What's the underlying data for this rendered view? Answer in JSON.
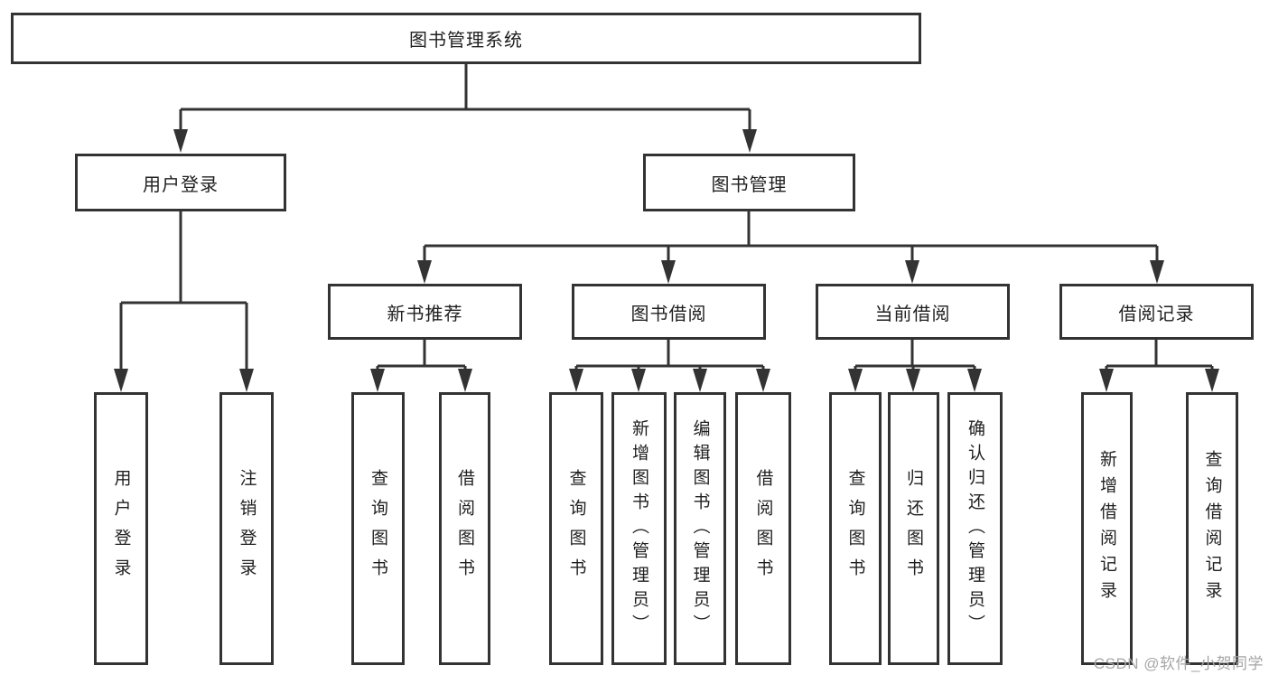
{
  "colors": {
    "background": "#ffffff",
    "line-color": "#333333",
    "text-color": "#1f1f1f",
    "watermark-color": "#a6a6a6"
  },
  "watermark": {
    "text": "CSDN @软件_小贺同学"
  },
  "tree": {
    "label": "图书管理系统",
    "children": [
      {
        "label": "用户登录",
        "children": [
          {
            "label": "用户登录"
          },
          {
            "label": "注销登录"
          }
        ]
      },
      {
        "label": "图书管理",
        "children": [
          {
            "label": "新书推荐",
            "children": [
              {
                "label": "查询图书"
              },
              {
                "label": "借阅图书"
              }
            ]
          },
          {
            "label": "图书借阅",
            "children": [
              {
                "label": "查询图书"
              },
              {
                "label": "新增图书（管理员）"
              },
              {
                "label": "编辑图书（管理员）"
              },
              {
                "label": "借阅图书"
              }
            ]
          },
          {
            "label": "当前借阅",
            "children": [
              {
                "label": "查询图书"
              },
              {
                "label": "归还图书"
              },
              {
                "label": "确认归还（管理员）"
              }
            ]
          },
          {
            "label": "借阅记录",
            "children": [
              {
                "label": "新增借阅记录"
              },
              {
                "label": "查询借阅记录"
              }
            ]
          }
        ]
      }
    ]
  }
}
